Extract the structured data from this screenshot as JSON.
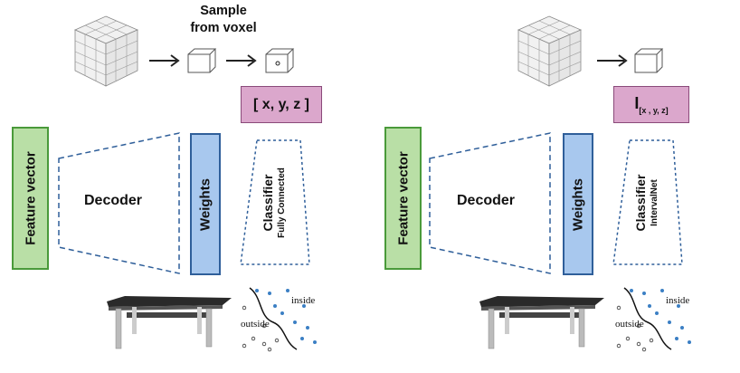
{
  "left": {
    "sample_line1": "Sample",
    "sample_line2": "from voxel",
    "coord_label": "[ x, y, z ]",
    "feature_label": "Feature vector",
    "decoder_label": "Decoder",
    "weights_label": "Weights",
    "classifier_label": "Classifier",
    "classifier_sub": "Fully Connected",
    "inside_label": "inside",
    "outside_label": "outside"
  },
  "right": {
    "coord_main": "I",
    "coord_sub": "[x , y, z]",
    "feature_label": "Feature vector",
    "decoder_label": "Decoder",
    "weights_label": "Weights",
    "classifier_label": "Classifier",
    "classifier_sub": "IntervalNet",
    "inside_label": "inside",
    "outside_label": "outside"
  },
  "colors": {
    "feature_fill": "#b9dfa6",
    "weights_fill": "#a8c8ee",
    "coord_fill": "#dba7cc",
    "dash_stroke": "#2f5f9a",
    "inside_point": "#3b7fc4"
  },
  "icons": [
    "voxel-grid-cube-icon",
    "arrow-right-icon",
    "single-voxel-icon",
    "table-3d-icon",
    "decision-boundary-icon"
  ]
}
